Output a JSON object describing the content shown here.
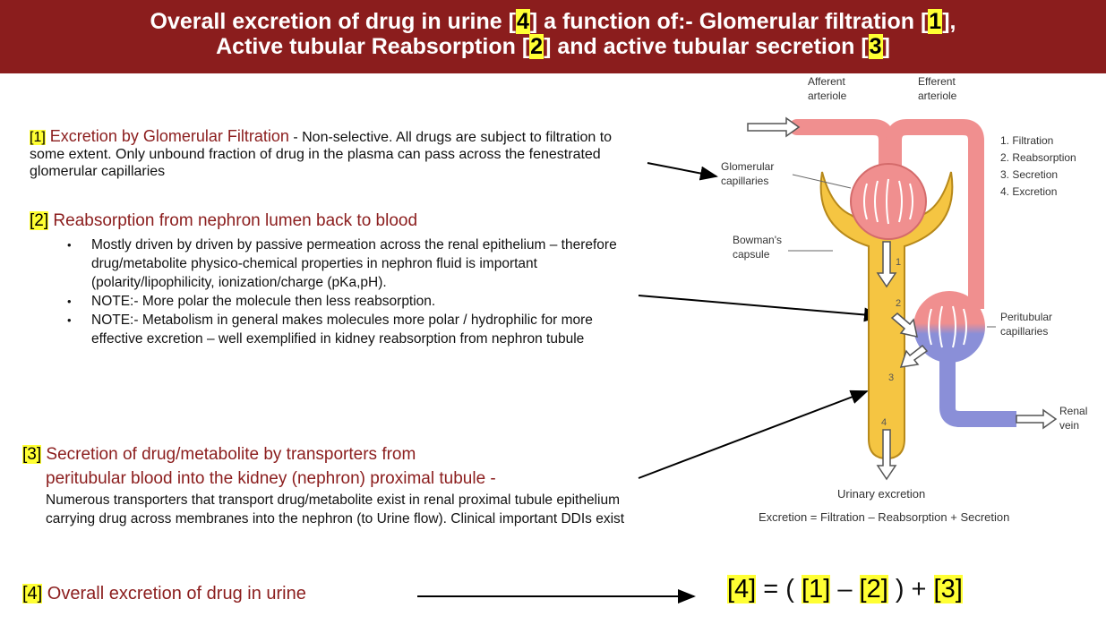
{
  "banner": {
    "line1_prefix": "Overall excretion of drug in urine [",
    "line1_n4": "4",
    "line1_mid": "] a function of:-   Glomerular filtration [",
    "line1_n1": "1",
    "line1_suffix": "],",
    "line2_prefix": "Active tubular Reabsorption [",
    "line2_n2": "2",
    "line2_mid": "] and active tubular secretion [",
    "line2_n3": "3",
    "line2_suffix": "]"
  },
  "section1": {
    "tag": "[1]",
    "heading": " Excretion by Glomerular Filtration",
    "body": " - Non-selective. All drugs are subject to filtration to some extent. Only unbound fraction of drug in the plasma can pass across the fenestrated glomerular capillaries"
  },
  "section2": {
    "tag": "[2]",
    "heading": " Reabsorption from nephron lumen back to blood",
    "bullets": [
      "Mostly driven by driven by passive permeation across the renal epithelium – therefore drug/metabolite physico-chemical properties in nephron fluid is important (polarity/lipophilicity, ionization/charge (pKa,pH).",
      "NOTE:- More polar the molecule then less reabsorption.",
      "NOTE:- Metabolism  in general  makes molecules more polar / hydrophilic for more effective excretion – well exemplified in kidney reabsorption from nephron tubule"
    ]
  },
  "section3": {
    "tag": "[3]",
    "heading_line1": " Secretion of drug/metabolite by transporters from",
    "heading_line2": "peritubular blood into the kidney (nephron) proximal tubule -",
    "body": "Numerous transporters that transport drug/metabolite exist in renal proximal tubule epithelium carrying drug across membranes into the nephron (to Urine flow). Clinical important DDIs exist"
  },
  "section4": {
    "tag": "[4]",
    "heading": " Overall excretion of drug in urine"
  },
  "formula": {
    "t4": "[4]",
    "eq": " = ( ",
    "t1": "[1]",
    "minus": "  –  ",
    "t2": "[2]",
    "close": " )  +  ",
    "t3": "[3]"
  },
  "diagram": {
    "afferent": [
      "Afferent",
      "arteriole"
    ],
    "efferent": [
      "Efferent",
      "arteriole"
    ],
    "glomerular": [
      "Glomerular",
      "capillaries"
    ],
    "bowman": [
      "Bowman's",
      "capsule"
    ],
    "peritubular": [
      "Peritubular",
      "capillaries"
    ],
    "renal_vein": [
      "Renal",
      "vein"
    ],
    "legend": [
      "1. Filtration",
      "2. Reabsorption",
      "3. Secretion",
      "4. Excretion"
    ],
    "step_labels": [
      "1",
      "2",
      "3",
      "4"
    ],
    "urinary": "Urinary excretion",
    "equation": "Excretion = Filtration – Reabsorption + Secretion",
    "colors": {
      "blood_red": "#f08f8f",
      "blood_blue": "#8a8fd8",
      "tubule": "#f5c542",
      "outline": "#b7891a"
    }
  }
}
